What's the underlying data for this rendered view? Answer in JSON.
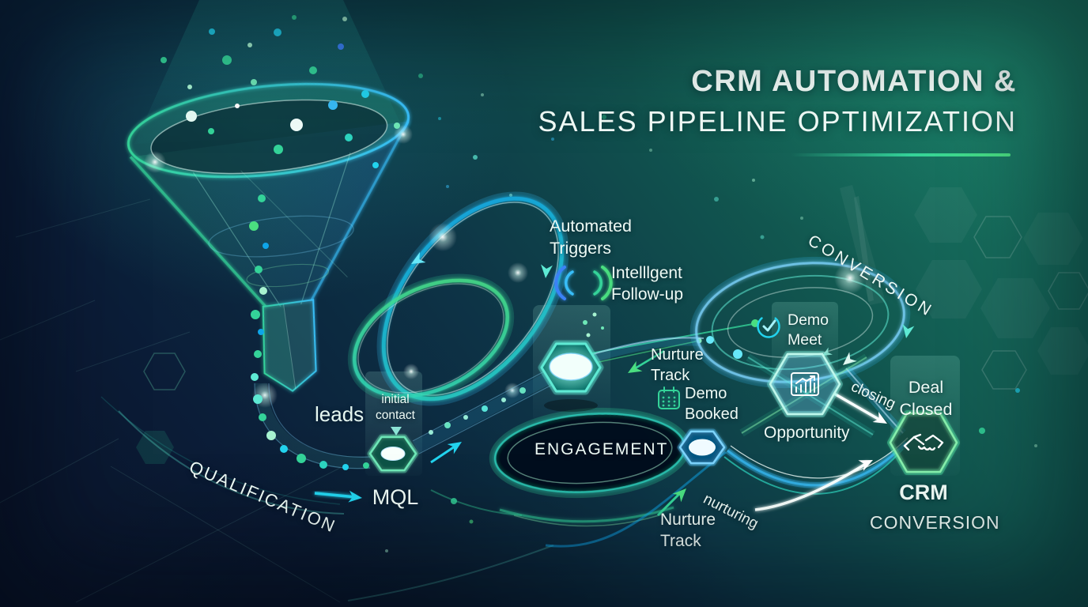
{
  "title": {
    "line1": "CRM AUTOMATION &",
    "line2": "SALES PIPELINE OPTIMIZATION"
  },
  "funnel_stage": {
    "leads": "leads",
    "initial_contact": [
      "initial",
      "contact"
    ],
    "mql": "MQL",
    "qualification": "QUALIFICATION"
  },
  "automation": {
    "automated_triggers": [
      "Automated",
      "Triggers"
    ],
    "intelligent_followup": [
      "Intelllgent",
      "Follow-up"
    ]
  },
  "engagement_stage": {
    "engagement": "ENGAGEMENT",
    "nurture_track_upper": [
      "Nurture",
      "Track"
    ],
    "demo_booked": [
      "Demo",
      "Booked"
    ],
    "demo_meet": [
      "Demo",
      "Meet"
    ],
    "nurturing": "nurturing",
    "nurture_track_lower": [
      "Nurture",
      "Track"
    ]
  },
  "conversion_stage": {
    "conversion_arc": "CONVERSION",
    "opportunity": "Opportunity",
    "closing": "closing",
    "deal_closed": [
      "Deal",
      "Closed"
    ],
    "crm": "CRM",
    "conversion_bottom": "CONVERSION"
  },
  "icons": {
    "funnel": "funnel-icon",
    "signal_waves": "signal-waves-icon",
    "calendar": "calendar-icon",
    "check_circle": "check-circle-icon",
    "bar_chart": "bar-chart-icon",
    "handshake": "handshake-icon",
    "hexagon_node": "hexagon-node-icon"
  },
  "colors": {
    "bg_dark": "#0a1428",
    "bg_teal": "#1e8468",
    "accent_green": "#34d399",
    "accent_cyan": "#22d3ee",
    "accent_blue": "#38bdf8",
    "text": "#eefaf5"
  }
}
